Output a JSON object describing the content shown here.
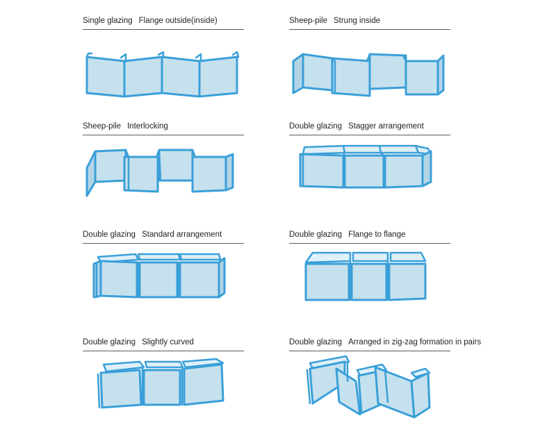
{
  "panels": [
    {
      "id": "single-glazing-flange-outside",
      "label_a": "Single glazing",
      "label_b": "Flange outside(inside)"
    },
    {
      "id": "sheep-pile-strung-inside",
      "label_a": "Sheep-pile",
      "label_b": "Strung inside"
    },
    {
      "id": "sheep-pile-interlocking",
      "label_a": "Sheep-pile",
      "label_b": "Interlocking"
    },
    {
      "id": "double-glazing-stagger",
      "label_a": "Double glazing",
      "label_b": "Stagger arrangement"
    },
    {
      "id": "double-glazing-standard",
      "label_a": "Double glazing",
      "label_b": "Standard arrangement"
    },
    {
      "id": "double-glazing-flange-to-flange",
      "label_a": "Double glazing",
      "label_b": "Flange to flange"
    },
    {
      "id": "double-glazing-slightly-curved",
      "label_a": "Double glazing",
      "label_b": "Slightly curved"
    },
    {
      "id": "double-glazing-zig-zag-pairs",
      "label_a": "Double glazing",
      "label_b": "Arranged in zig-zag formation in pairs"
    }
  ],
  "colors": {
    "stroke": "#3a9fd8",
    "fill": "#c5e1ee",
    "background": "#ffffff",
    "rule": "#5a5a5a"
  }
}
